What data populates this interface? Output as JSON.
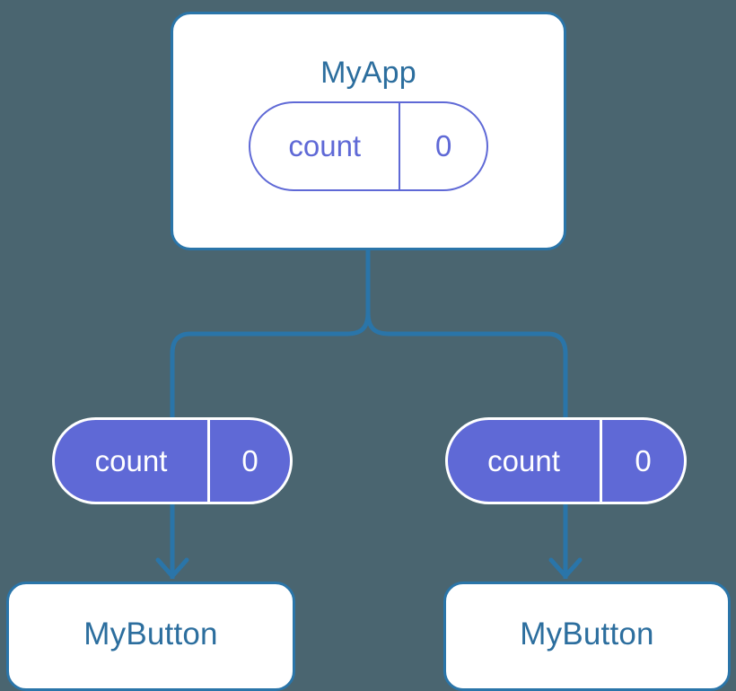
{
  "diagram": {
    "title": "MyApp component state propagation tree",
    "background_color": "#4a6570",
    "line_color": "#2a75a9",
    "accent_color": "#5f69d6",
    "text_color": "#2c6e9e"
  },
  "root": {
    "label": "MyApp",
    "state": {
      "key": "count",
      "value": "0"
    }
  },
  "branches": [
    {
      "prop": {
        "key": "count",
        "value": "0"
      },
      "child": {
        "label": "MyButton"
      }
    },
    {
      "prop": {
        "key": "count",
        "value": "0"
      },
      "child": {
        "label": "MyButton"
      }
    }
  ]
}
